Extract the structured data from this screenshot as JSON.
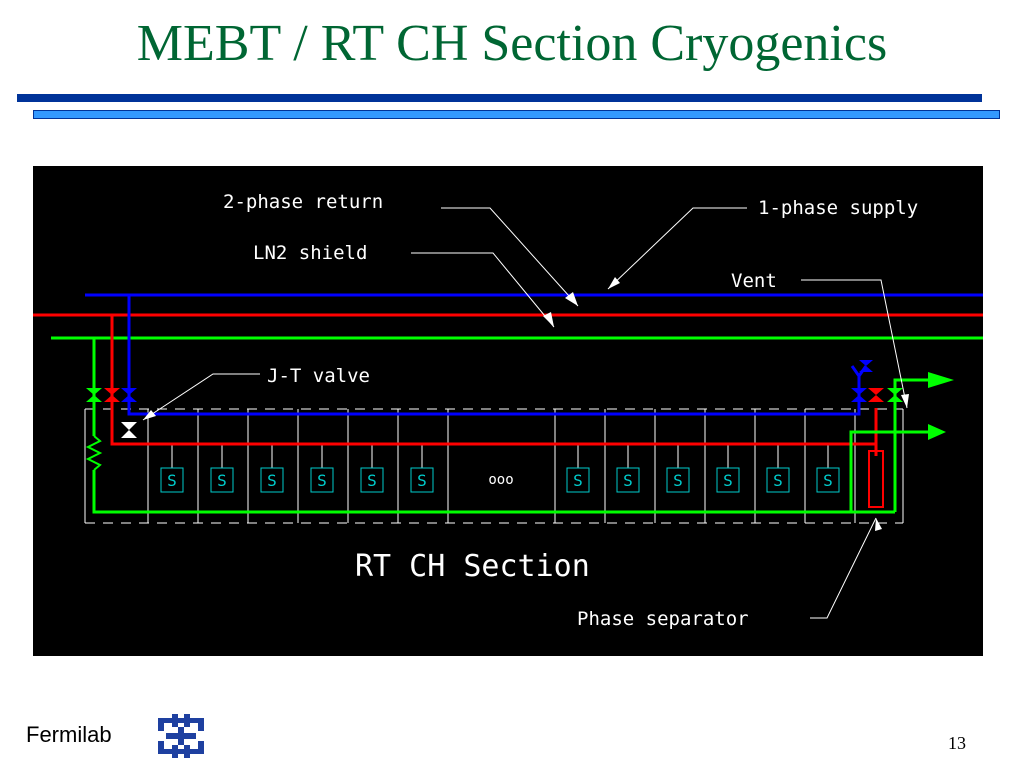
{
  "slide": {
    "title": "MEBT / RT CH Section Cryogenics",
    "page_number": "13"
  },
  "footer": {
    "brand": "Fermilab",
    "logo_icon": "fermilab-logo-icon"
  },
  "diagram": {
    "labels": {
      "two_phase_return": "2-phase return",
      "one_phase_supply": "1-phase supply",
      "ln2_shield": "LN2 shield",
      "vent": "Vent",
      "jt_valve": "J-T valve",
      "section_title": "RT CH Section",
      "phase_separator": "Phase separator"
    },
    "solenoid_label": "S",
    "solenoid_count_left": 6,
    "solenoid_count_right": 6,
    "ellipsis": "ooo",
    "colors": {
      "background": "#000000",
      "supply": "#0000ff",
      "return": "#ff0000",
      "shield": "#00ff00",
      "solenoid": "#00cccc",
      "title": "#006633"
    }
  }
}
